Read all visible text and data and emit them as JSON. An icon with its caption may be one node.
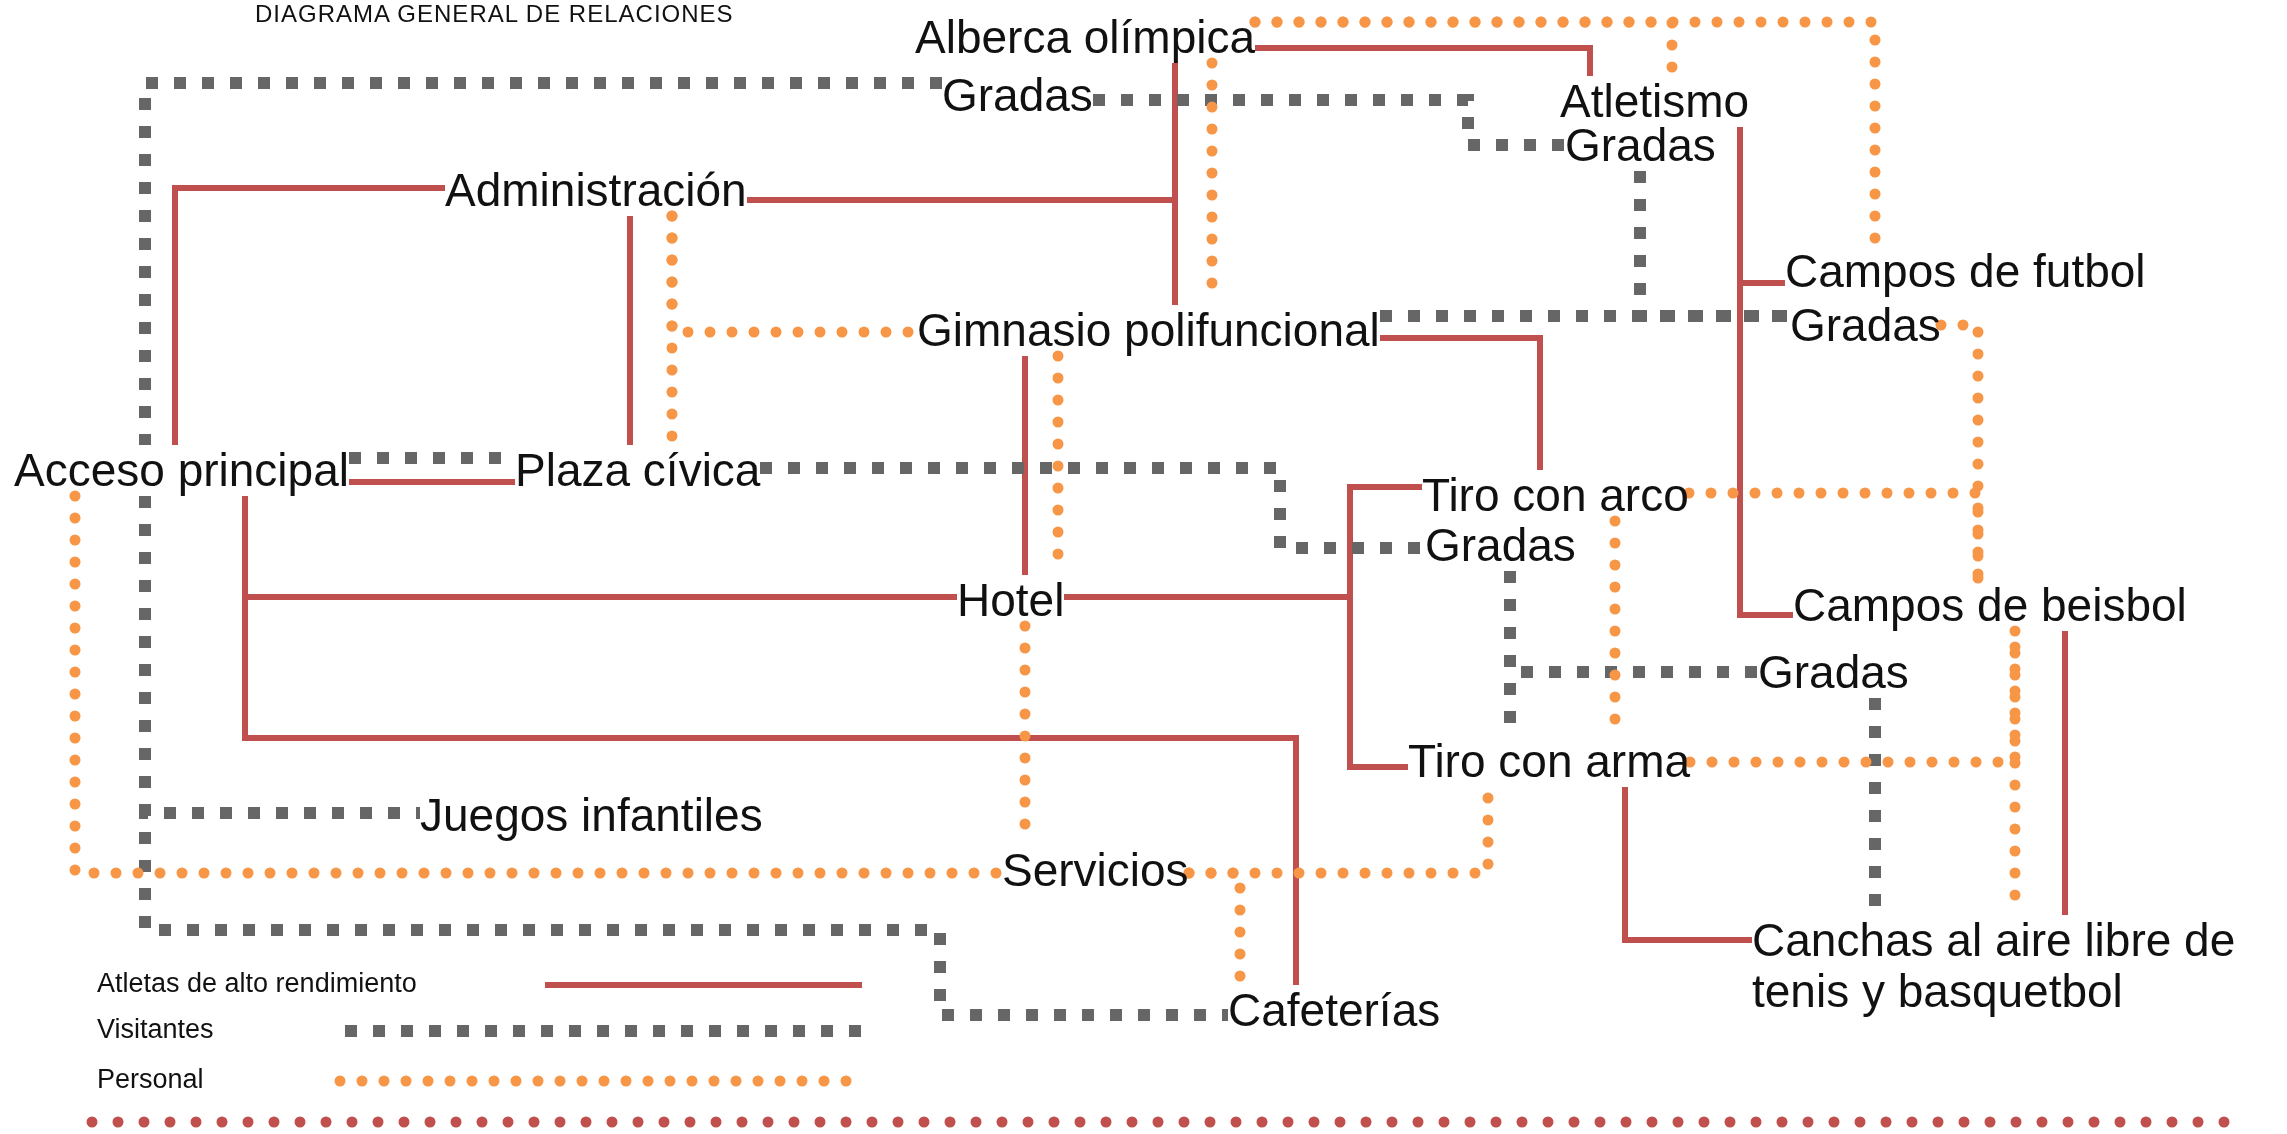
{
  "diagram": {
    "title": "DIAGRAMA GENERAL DE RELACIONES",
    "nodes": [
      {
        "text": [
          "Alberca olímpica"
        ]
      },
      {
        "text": [
          "Gradas"
        ]
      },
      {
        "text": [
          "Administración"
        ]
      },
      {
        "text": [
          "Atletismo"
        ]
      },
      {
        "text": [
          "Gradas"
        ]
      },
      {
        "text": [
          "Campos de futbol"
        ]
      },
      {
        "text": [
          "Gradas"
        ]
      },
      {
        "text": [
          "Gimnasio polifuncional"
        ]
      },
      {
        "text": [
          "Acceso principal"
        ]
      },
      {
        "text": [
          "Plaza cívica"
        ]
      },
      {
        "text": [
          "Tiro con arco"
        ]
      },
      {
        "text": [
          "Gradas"
        ]
      },
      {
        "text": [
          "Hotel"
        ]
      },
      {
        "text": [
          "Campos de beisbol"
        ]
      },
      {
        "text": [
          "Gradas"
        ]
      },
      {
        "text": [
          "Tiro con arma"
        ]
      },
      {
        "text": [
          "Juegos infantiles"
        ]
      },
      {
        "text": [
          "Servicios"
        ]
      },
      {
        "text": [
          "Canchas al aire libre de tenis y basquetbol"
        ]
      },
      {
        "text": [
          "Cafeterías"
        ]
      }
    ],
    "edges": [
      {
        "from": 2,
        "to": 8,
        "arrow": "none"
      },
      {
        "from": 2,
        "to": 9,
        "arrow": "none"
      },
      {
        "from": 2,
        "to": 0,
        "arrow": "none"
      },
      {
        "from": 2,
        "to": 7,
        "arrow": "none"
      },
      {
        "from": 0,
        "to": 3,
        "arrow": "none"
      },
      {
        "from": 3,
        "to": 5,
        "arrow": "none"
      },
      {
        "from": 3,
        "to": 13,
        "arrow": "none"
      },
      {
        "from": 7,
        "to": 10,
        "arrow": "none"
      },
      {
        "from": 7,
        "to": 12,
        "arrow": "none"
      },
      {
        "from": 8,
        "to": 12,
        "arrow": "none"
      },
      {
        "from": 8,
        "to": 19,
        "arrow": "none"
      },
      {
        "from": 8,
        "to": 9,
        "arrow": "none"
      },
      {
        "from": 12,
        "to": 10,
        "arrow": "none"
      },
      {
        "from": 12,
        "to": 15,
        "arrow": "none"
      },
      {
        "from": 15,
        "to": 18,
        "arrow": "none"
      },
      {
        "from": 13,
        "to": 18,
        "arrow": "none"
      },
      {
        "from": 1,
        "to": 8,
        "arrow": "none",
        "style": "dashed",
        "color": "#666666"
      },
      {
        "from": 8,
        "to": 16,
        "arrow": "none",
        "style": "dashed",
        "color": "#666666"
      },
      {
        "from": 8,
        "to": 19,
        "arrow": "none",
        "style": "dashed",
        "color": "#666666"
      },
      {
        "from": 1,
        "to": 4,
        "arrow": "none",
        "style": "dashed",
        "color": "#666666"
      },
      {
        "from": 4,
        "to": 6,
        "arrow": "none",
        "style": "dashed",
        "color": "#666666"
      },
      {
        "from": 7,
        "to": 6,
        "arrow": "none",
        "style": "dashed",
        "color": "#666666"
      },
      {
        "from": 8,
        "to": 9,
        "arrow": "none",
        "style": "dashed",
        "color": "#666666"
      },
      {
        "from": 9,
        "to": 11,
        "arrow": "none",
        "style": "dashed",
        "color": "#666666"
      },
      {
        "from": 11,
        "to": 14,
        "arrow": "none",
        "style": "dashed",
        "color": "#666666"
      },
      {
        "from": 11,
        "to": 15,
        "arrow": "none",
        "style": "dashed",
        "color": "#666666"
      },
      {
        "from": 14,
        "to": 18,
        "arrow": "none",
        "style": "dashed",
        "color": "#666666"
      },
      {
        "from": 0,
        "to": 5,
        "arrow": "none",
        "style": "dashed",
        "color": "#f79646"
      },
      {
        "from": 0,
        "to": 3,
        "arrow": "none",
        "style": "dashed",
        "color": "#f79646"
      },
      {
        "from": 0,
        "to": 7,
        "arrow": "none",
        "style": "dashed",
        "color": "#f79646"
      },
      {
        "from": 2,
        "to": 9,
        "arrow": "none",
        "style": "dashed",
        "color": "#f79646"
      },
      {
        "from": 2,
        "to": 7,
        "arrow": "none",
        "style": "dashed",
        "color": "#f79646"
      },
      {
        "from": 7,
        "to": 12,
        "arrow": "none",
        "style": "dashed",
        "color": "#f79646"
      },
      {
        "from": 12,
        "to": 17,
        "arrow": "none",
        "style": "dashed",
        "color": "#f79646"
      },
      {
        "from": 8,
        "to": 17,
        "arrow": "none",
        "style": "dashed",
        "color": "#f79646"
      },
      {
        "from": 17,
        "to": 15,
        "arrow": "none",
        "style": "dashed",
        "color": "#f79646"
      },
      {
        "from": 17,
        "to": 19,
        "arrow": "none",
        "style": "dashed",
        "color": "#f79646"
      },
      {
        "from": 10,
        "to": 13,
        "arrow": "none",
        "style": "dashed",
        "color": "#f79646"
      },
      {
        "from": 6,
        "to": 13,
        "arrow": "none",
        "style": "dashed",
        "color": "#f79646"
      },
      {
        "from": 10,
        "to": 15,
        "arrow": "none",
        "style": "dashed",
        "color": "#f79646"
      },
      {
        "from": 15,
        "to": 13,
        "arrow": "none",
        "style": "dashed",
        "color": "#f79646"
      },
      {
        "from": 13,
        "to": 18,
        "arrow": "none",
        "style": "dashed",
        "color": "#f79646"
      }
    ],
    "legend": [
      {
        "text": "Atletas de alto rendimiento"
      },
      {
        "text": "Visitantes"
      },
      {
        "text": "Personal"
      }
    ]
  }
}
